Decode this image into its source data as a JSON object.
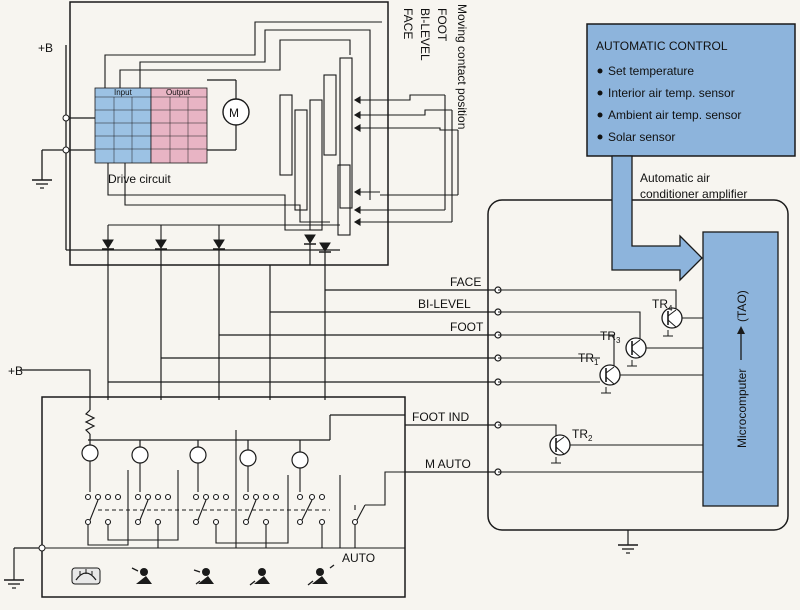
{
  "diagram": {
    "supply_top": "+B",
    "supply_left": "+B",
    "contact_labels": [
      "FOOT",
      "BI-LEVEL",
      "FACE"
    ],
    "contact_note": "Moving contact position",
    "motor_symbol": "M",
    "drive_table": {
      "input_header": "Input",
      "output_header": "Output",
      "caption": "Drive circuit"
    },
    "signal_lines": [
      "FACE",
      "BI-LEVEL",
      "FOOT",
      "FOOT IND",
      "M AUTO"
    ],
    "control_box": {
      "title": "AUTOMATIC CONTROL",
      "items": [
        "Set temperature",
        "Interior air temp. sensor",
        "Ambient air temp. sensor",
        "Solar sensor"
      ]
    },
    "amplifier_label": [
      "Automatic air",
      "conditioner amplifier"
    ],
    "microcomputer": "Microcomputer",
    "tao": "(TAO)",
    "transistors": {
      "tr4": "TR",
      "tr4_sub": "4",
      "tr3": "TR",
      "tr3_sub": "3",
      "tr1": "TR",
      "tr1_sub": "1",
      "tr2": "TR",
      "tr2_sub": "2"
    },
    "auto_label": "AUTO",
    "colors": {
      "blue_panel": "#8db4dc",
      "pink_panel": "#e8b4c4",
      "table_blue": "#9cc2e4",
      "line": "#1a1a1a"
    }
  }
}
